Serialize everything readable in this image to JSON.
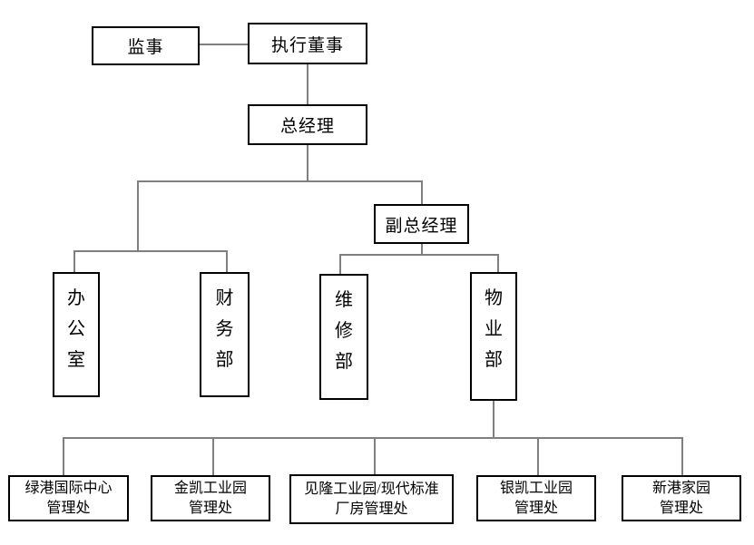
{
  "colors": {
    "background": "#ffffff",
    "border": "#000000",
    "connector": "#7f7f7f",
    "text": "#000000"
  },
  "nodes": {
    "supervisor": "监事",
    "executive_director": "执行董事",
    "general_manager": "总经理",
    "deputy_general_manager": "副总经理",
    "office": [
      "办",
      "公",
      "室"
    ],
    "finance_dept": [
      "财",
      "务",
      "部"
    ],
    "maintenance_dept": [
      "维",
      "修",
      "部"
    ],
    "property_dept": [
      "物",
      "业",
      "部"
    ],
    "offices": [
      {
        "line1": "绿港国际中心",
        "line2": "管理处"
      },
      {
        "line1": "金凯工业园",
        "line2": "管理处"
      },
      {
        "line1": "见隆工业园/现代标准",
        "line2": "厂房管理处"
      },
      {
        "line1": "银凯工业园",
        "line2": "管理处"
      },
      {
        "line1": "新港家园",
        "line2": "管理处"
      }
    ]
  }
}
